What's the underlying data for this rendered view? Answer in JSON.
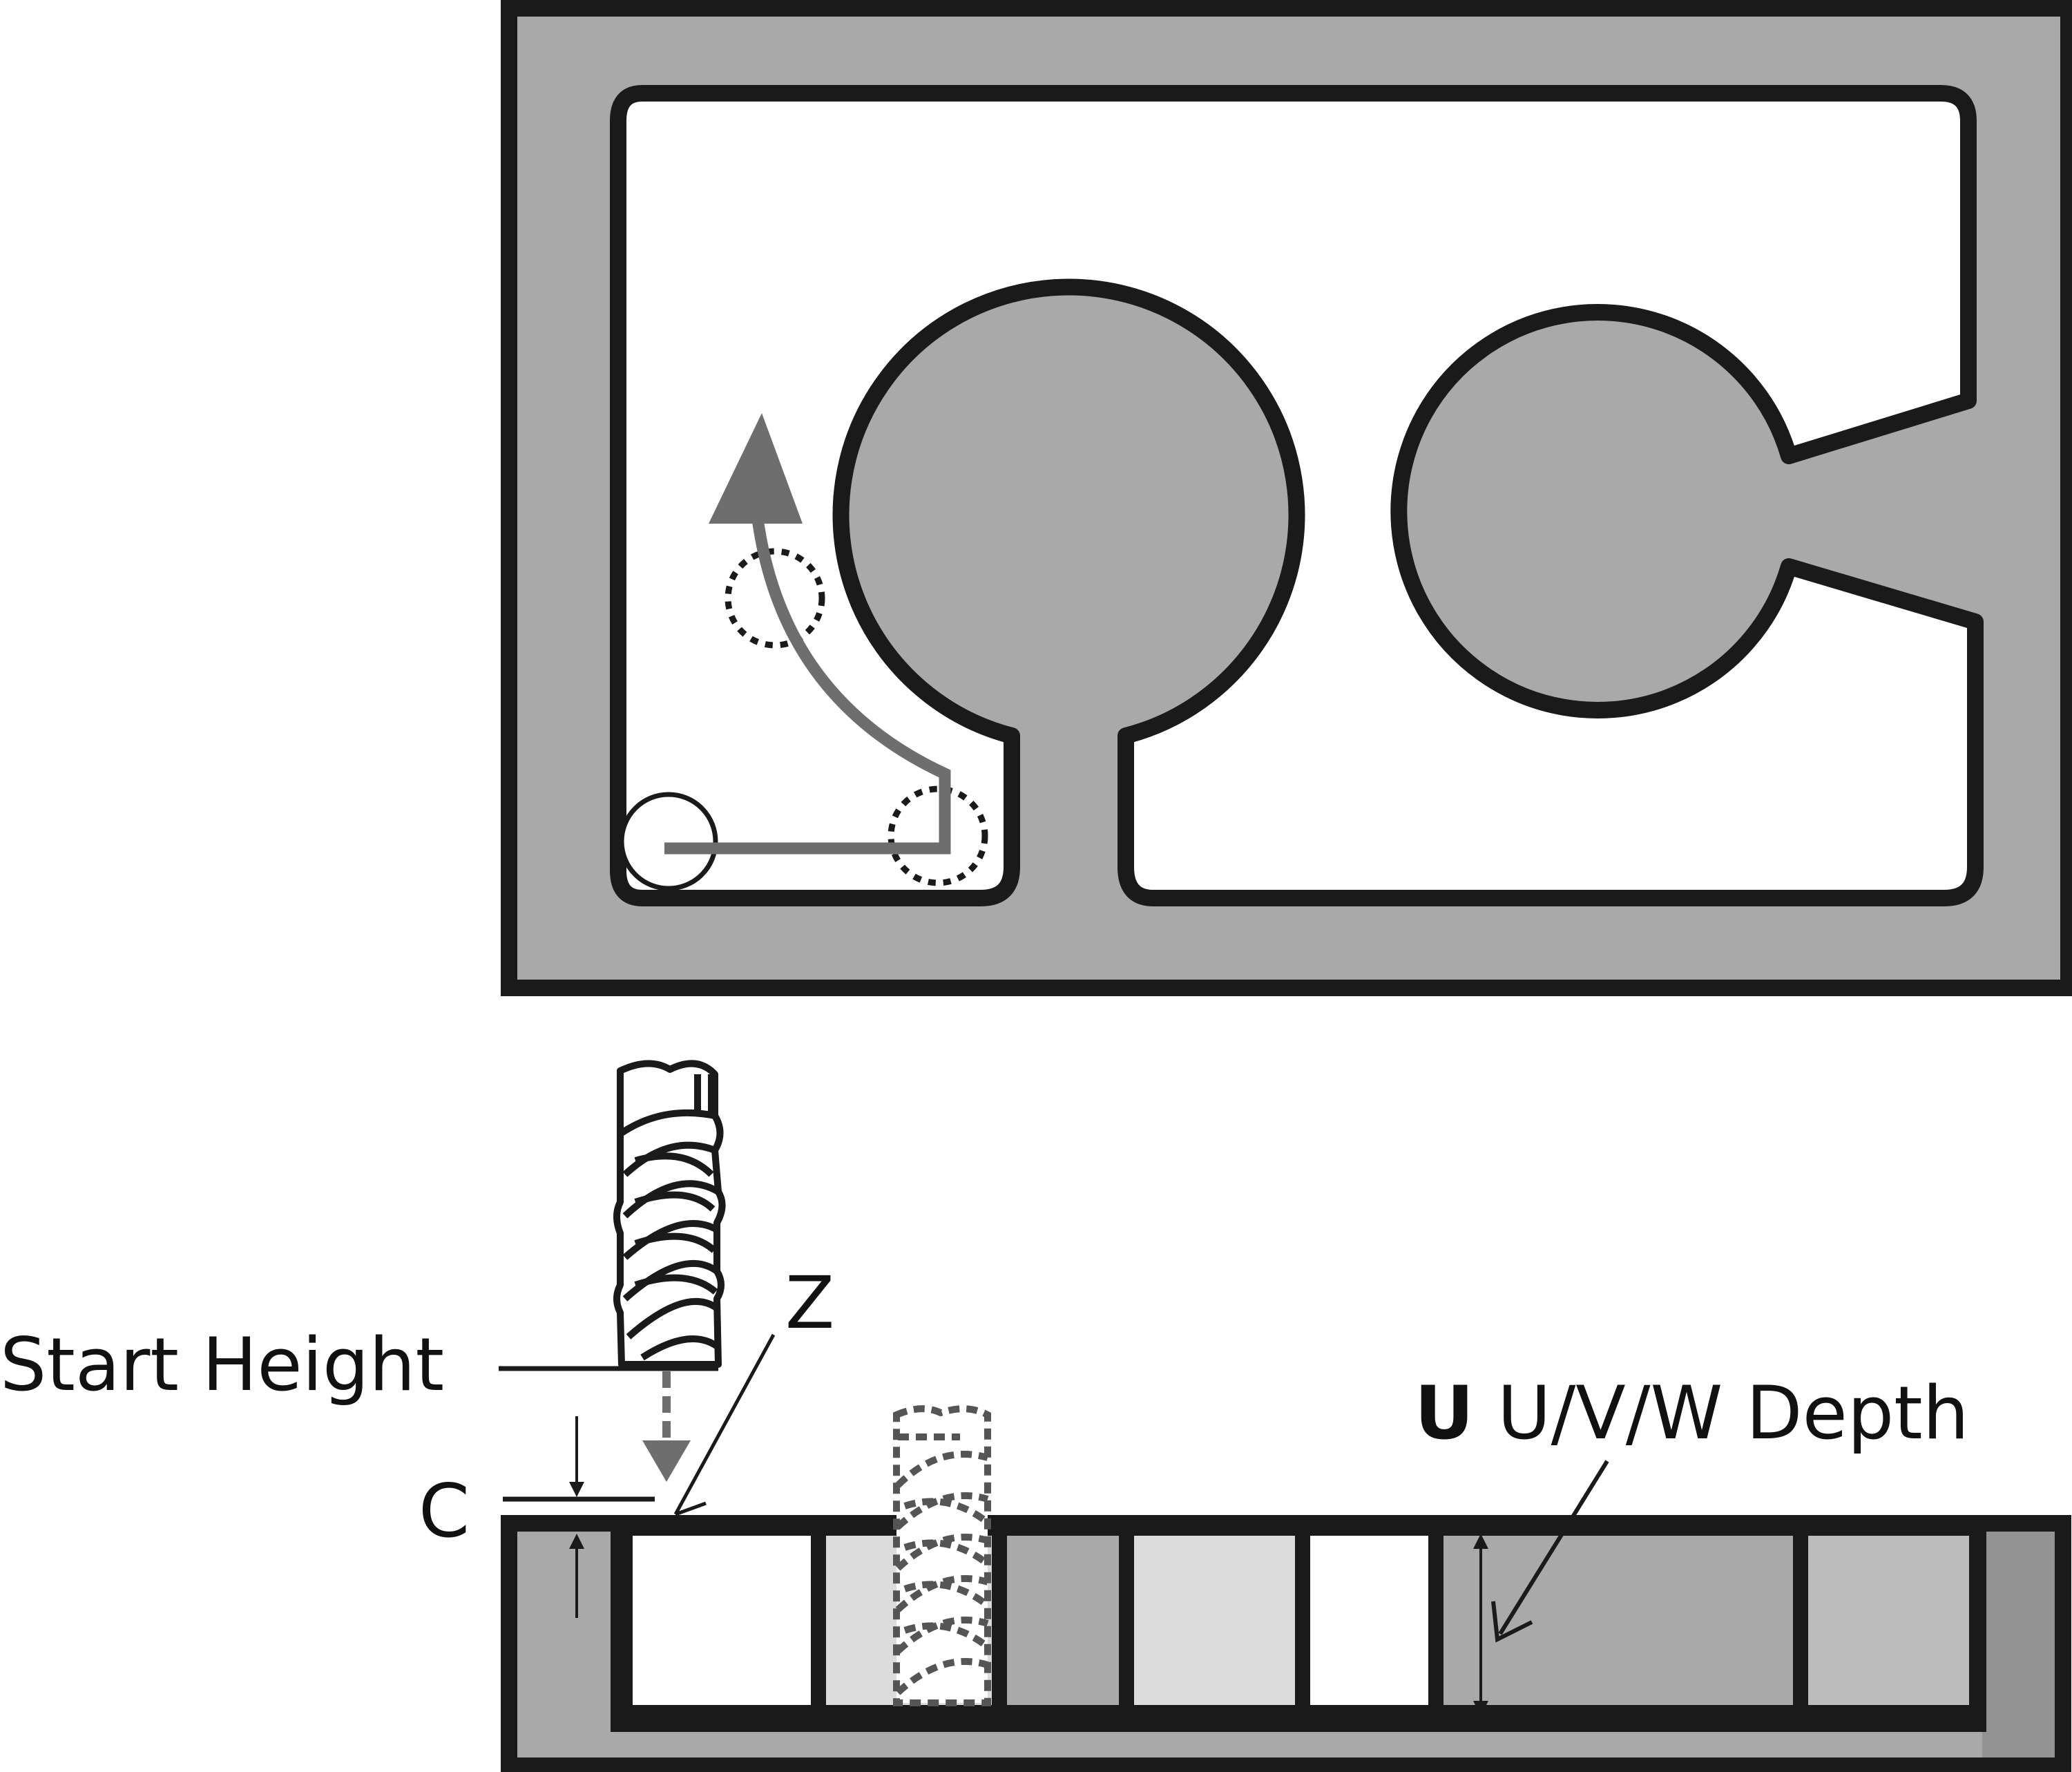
{
  "labels": {
    "start_height": "Start Height",
    "z": "Z",
    "c": "C",
    "u_letter": "U",
    "uvw_depth": "U/V/W Depth"
  },
  "colors": {
    "outline": "#1a1a1a",
    "material_gray": "#a9a9a9",
    "light_cell": "#dcdcdc",
    "mid_cell": "#bcbcbc",
    "edge_gray": "#939393",
    "toolpath_arrow": "#6e6e6e",
    "dashed_tool": "#555555"
  }
}
